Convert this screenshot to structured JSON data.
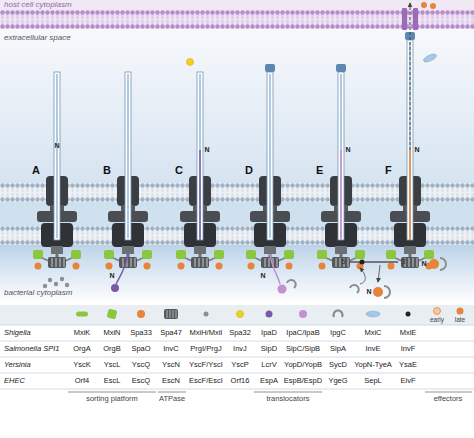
{
  "diagram": {
    "nodes": [
      {
        "text": [
          "A"
        ]
      },
      {
        "text": [
          "B"
        ]
      },
      {
        "text": [
          "C"
        ]
      },
      {
        "text": [
          "D"
        ]
      },
      {
        "text": [
          "E"
        ]
      },
      {
        "text": [
          "F"
        ]
      }
    ],
    "labels": [
      "host cell cytoplasm",
      "extracellular space",
      "N",
      "N",
      "N",
      "N",
      "N",
      "N",
      "N",
      "N",
      "5'",
      "3'",
      "bacterial cytoplasm",
      "Shigella",
      "MxiK",
      "MxiN",
      "Spa33",
      "Spa47",
      "MxiH/MxiI",
      "Spa32",
      "IpaD",
      "IpaC/IpaB",
      "IpgC",
      "MxiC",
      "MxiE",
      "Salmonella SPI1",
      "OrgA",
      "OrgB",
      "SpaO",
      "InvC",
      "PrgI/PrgJ",
      "InvJ",
      "SipD",
      "SipC/SipB",
      "SipA",
      "InvE",
      "InvF",
      "Yersinia",
      "YscK",
      "YscL",
      "YscQ",
      "YscN",
      "YscF/YscI",
      "YscP",
      "LcrV",
      "YopD/YopB",
      "SycD",
      "YopN-TyeA",
      "YsaE",
      "EHEC",
      "Orf4",
      "EscL",
      "EscQ",
      "EscN",
      "EscF/EscI",
      "Orf16",
      "EspA",
      "EspB/EspD",
      "YgeG",
      "SepL",
      "EivF",
      "early",
      "late",
      "sorting platform",
      "ATPase",
      "translocators",
      "effectors"
    ]
  }
}
